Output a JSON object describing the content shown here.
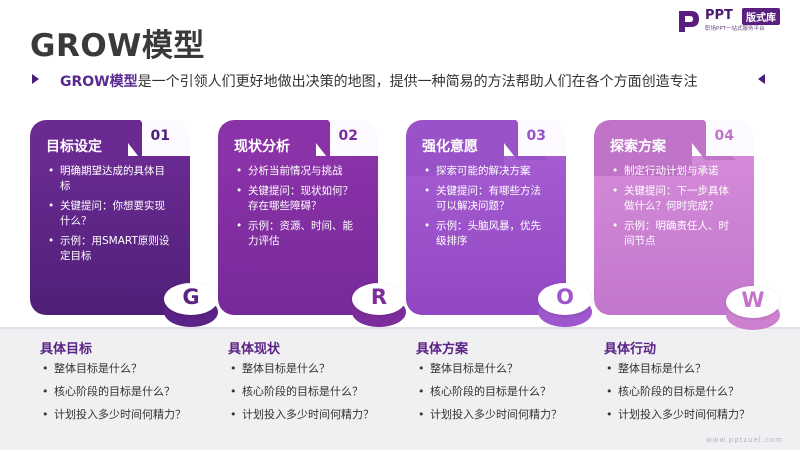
{
  "title": "GROW模型",
  "logo": {
    "ppt": "PPT",
    "badge": "版式库",
    "tagline": "职场PPT一站式服务平台"
  },
  "subtitle": {
    "highlight": "GROW模型",
    "rest": "是一个引领人们更好地做出决策的地图，提供一种简易的方法帮助人们在各个方面创造专注"
  },
  "cards": [
    {
      "title": "目标设定",
      "num": "01",
      "items": [
        "明确期望达成的具体目标",
        "关键提问：你想要实现什么？",
        "示例：用SMART原则设定目标"
      ]
    },
    {
      "title": "现状分析",
      "num": "02",
      "items": [
        "分析当前情况与挑战",
        "关键提问：现状如何？存在哪些障碍？",
        "示例：资源、时间、能力评估"
      ]
    },
    {
      "title": "强化意愿",
      "num": "03",
      "items": [
        "探索可能的解决方案",
        "关键提问：有哪些方法可以解决问题？",
        "示例：头脑风暴，优先级排序"
      ]
    },
    {
      "title": "探索方案",
      "num": "04",
      "items": [
        "制定行动计划与承诺",
        "关键提问：下一步具体做什么？何时完成？",
        "示例：明确责任人、时间节点"
      ]
    }
  ],
  "letters": [
    "G",
    "R",
    "O",
    "W"
  ],
  "bottom": [
    {
      "title": "具体目标",
      "items": [
        "整体目标是什么？",
        "核心阶段的目标是什么？",
        "计划投入多少时间何精力？"
      ]
    },
    {
      "title": "具体现状",
      "items": [
        "整体目标是什么？",
        "核心阶段的目标是什么？",
        "计划投入多少时间何精力？"
      ]
    },
    {
      "title": "具体方案",
      "items": [
        "整体目标是什么？",
        "核心阶段的目标是什么？",
        "计划投入多少时间何精力？"
      ]
    },
    {
      "title": "具体行动",
      "items": [
        "整体目标是什么？",
        "核心阶段的目标是什么？",
        "计划投入多少时间何精力？"
      ]
    }
  ],
  "watermark": "www.pptzuel.com",
  "colors": {
    "primary": "#4a1f77",
    "card1": "#5a2385",
    "card2": "#7d2c9c",
    "card3": "#9e57cc",
    "card4": "#cc80cf"
  }
}
